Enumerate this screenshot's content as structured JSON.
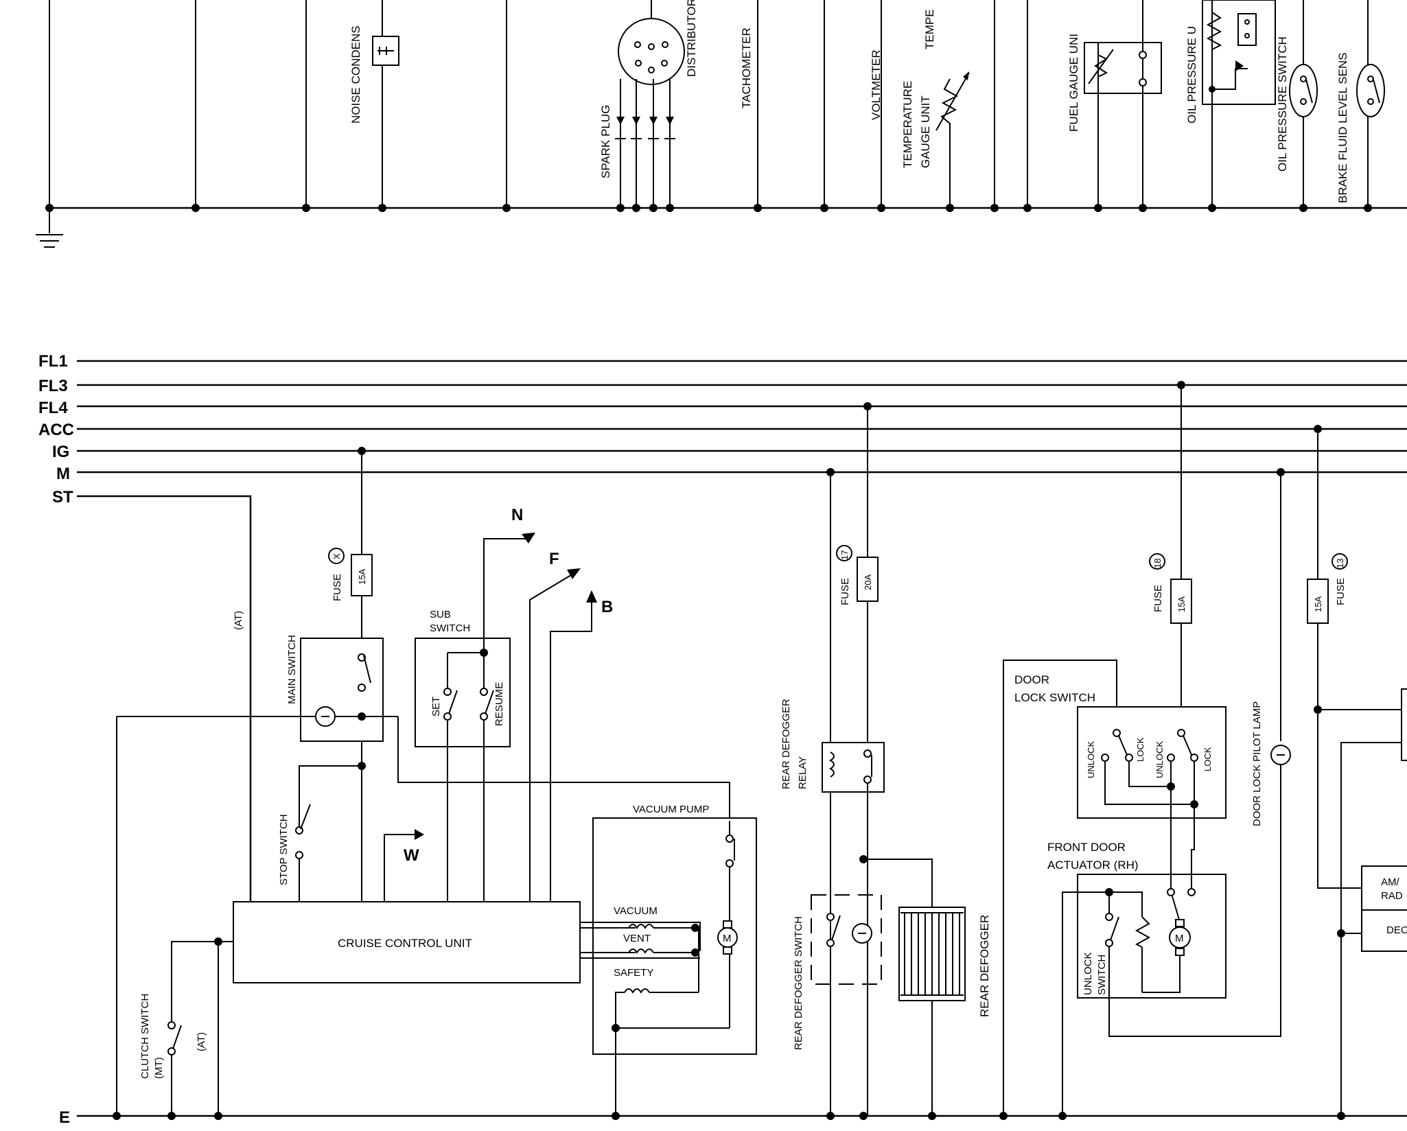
{
  "top_labels": {
    "noise_condenser": "NOISE CONDENS",
    "spark_plug": "SPARK PLUG",
    "distributor": "DISTRIBUTOR",
    "tachometer": "TACHOMETER",
    "voltmeter": "VOLTMETER",
    "temperature_gauge_unit": [
      "TEMPERATURE",
      "GAUGE UNIT"
    ],
    "temperature_gauge_partial": "TEMPE",
    "fuel_gauge_unit": "FUEL GAUGE UNI",
    "oil_pressure_unit": "OIL PRESSURE U",
    "oil_pressure_switch": "OIL PRESSURE SWITCH",
    "brake_fluid_level_sensor": "BRAKE FLUID LEVEL SENS"
  },
  "bus_labels": [
    "FL1",
    "FL3",
    "FL4",
    "ACC",
    "IG",
    "M",
    "ST",
    "E"
  ],
  "arrows": {
    "n": "N",
    "f": "F",
    "b": "B",
    "w": "W"
  },
  "fuses": {
    "fuse_x": {
      "label": "FUSE",
      "number": "X",
      "rating": "15A"
    },
    "fuse_17": {
      "label": "FUSE",
      "number": "17",
      "rating": "20A"
    },
    "fuse_18": {
      "label": "FUSE",
      "number": "18",
      "rating": "15A"
    },
    "fuse_13": {
      "label": "FUSE",
      "number": "13",
      "rating": "15A"
    }
  },
  "labels": {
    "at_upper": "(AT)",
    "at_lower": "(AT)",
    "main_switch": "MAIN SWITCH",
    "sub_switch": [
      "SUB",
      "SWITCH"
    ],
    "set": "SET",
    "resume": "RESUME",
    "stop_switch": "STOP SWITCH",
    "clutch_switch": [
      "CLUTCH SWITCH",
      "(MT)"
    ],
    "cruise_control_unit": "CRUISE CONTROL UNIT",
    "vacuum_pump": "VACUUM PUMP",
    "vacuum": "VACUUM",
    "vent": "VENT",
    "safety": "SAFETY",
    "motor": "M",
    "rear_defogger_relay": [
      "REAR DEFOGGER",
      "RELAY"
    ],
    "rear_defogger_switch": "REAR DEFOGGER SWITCH",
    "rear_defogger": "REAR DEFOGGER",
    "door_lock_switch": [
      "DOOR",
      "LOCK SWITCH"
    ],
    "unlock": "UNLOCK",
    "lock": "LOCK",
    "front_door_actuator": [
      "FRONT DOOR",
      "ACTUATOR (RH)"
    ],
    "unlock_switch": [
      "UNLOCK",
      "SWITCH"
    ],
    "door_lock_pilot_lamp": "DOOR LOCK PILOT LAMP",
    "am_radio": [
      "AM/",
      "RAD"
    ],
    "dec": "DEC"
  }
}
